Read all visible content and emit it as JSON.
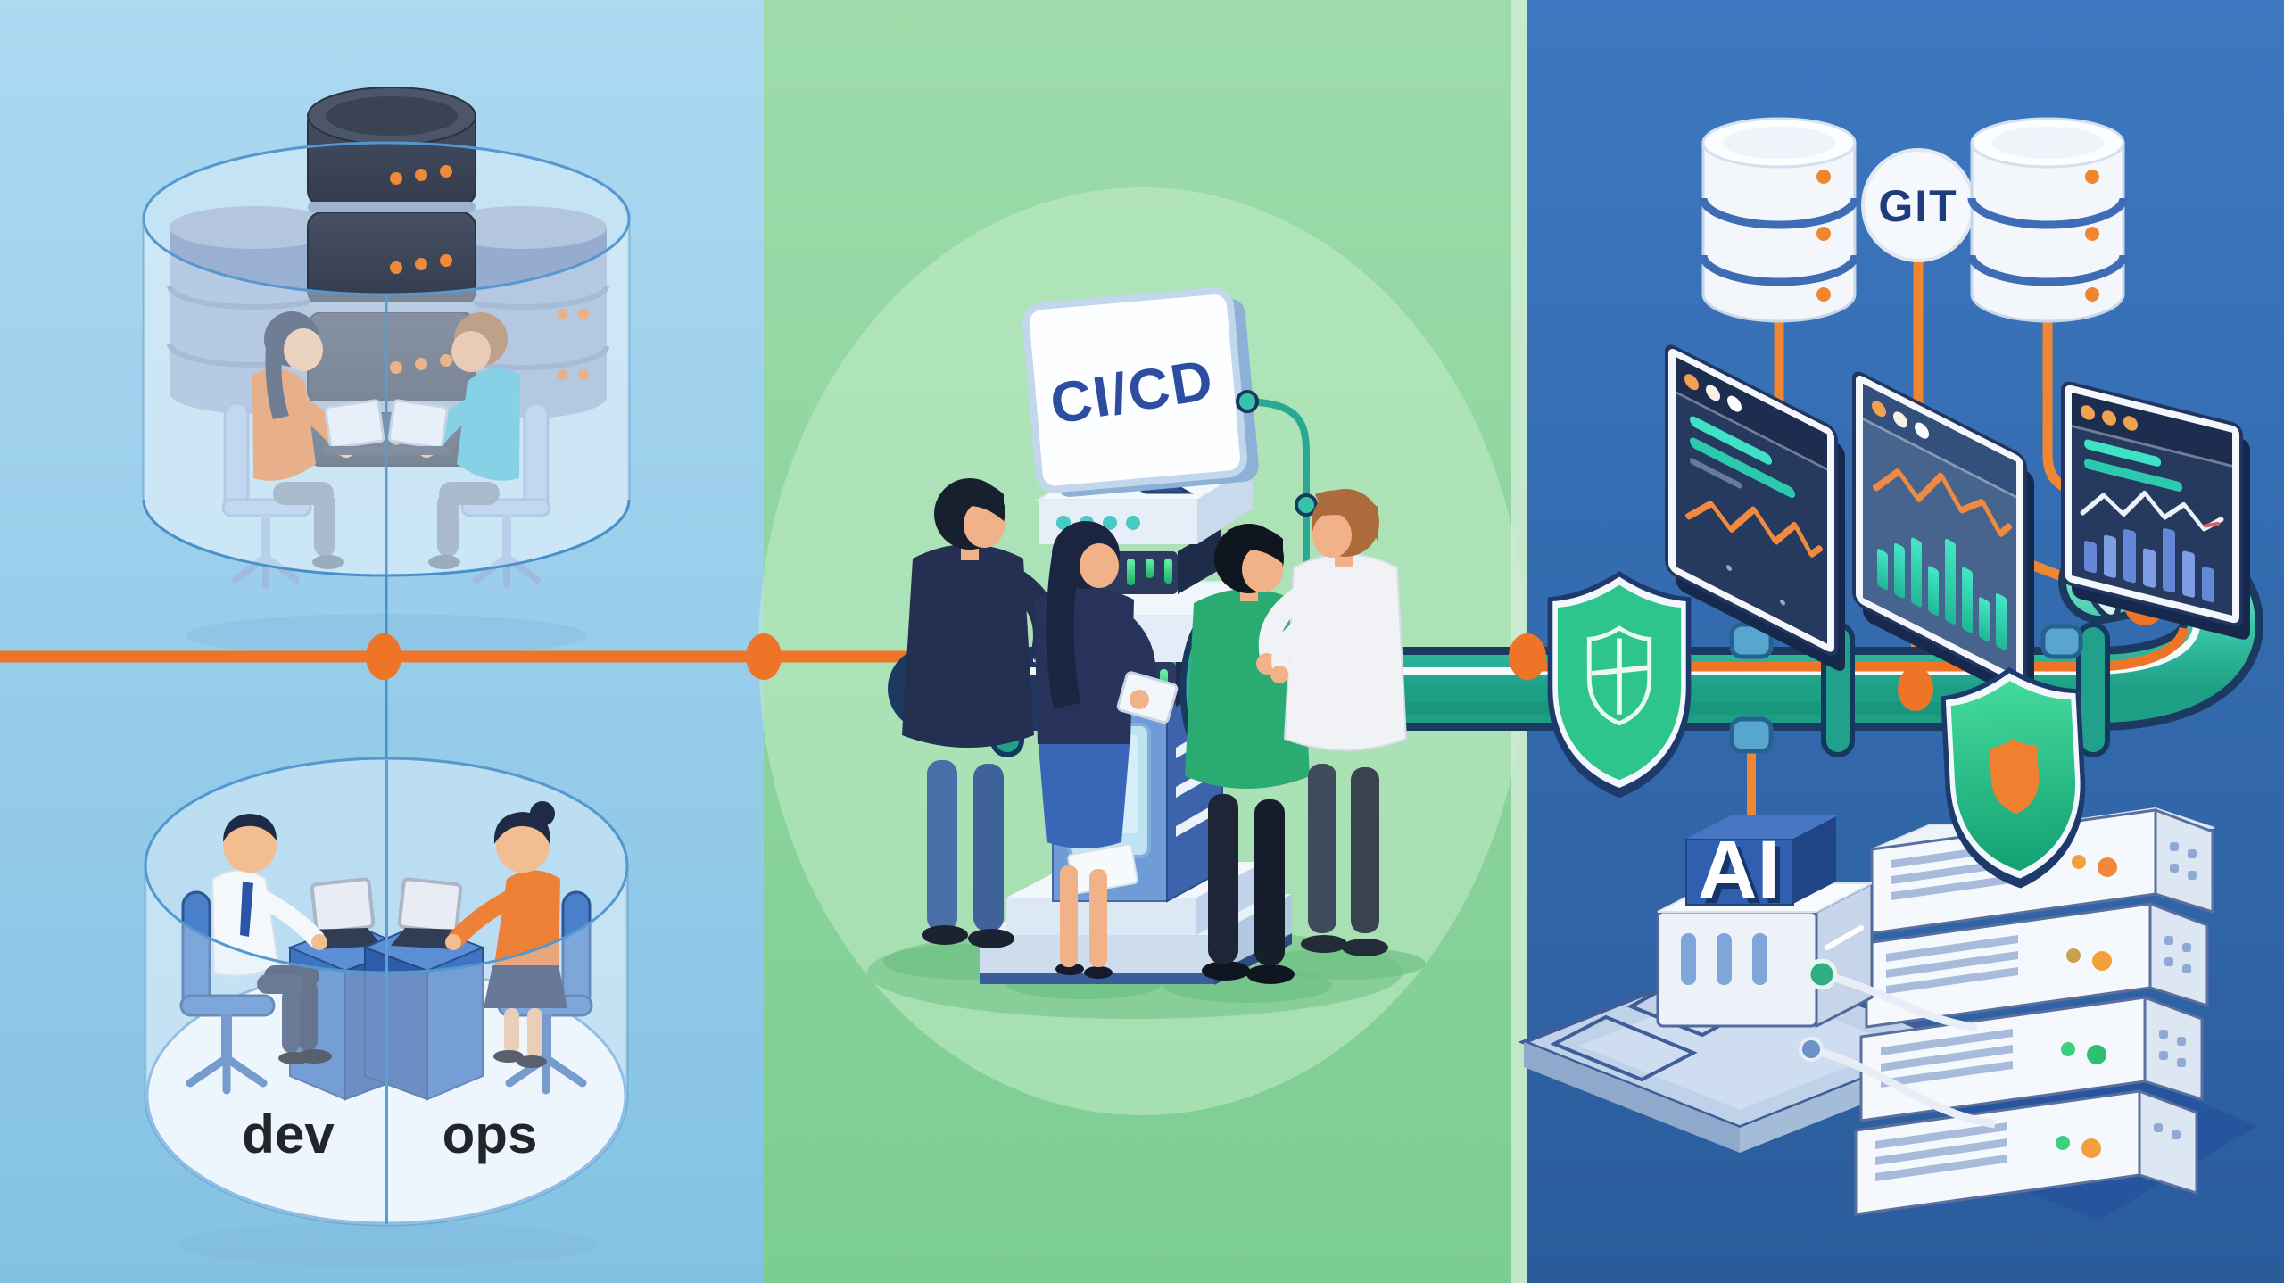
{
  "illustration": {
    "description": "Three-panel isometric DevOps illustration: siloed dev and ops teams on the left, a CI/CD pipeline machine with engineers in the middle, and automated git/monitoring/AI security infrastructure on the right",
    "left_panel": {
      "top_bubble": "team silo around server stack",
      "bottom_bubble": {
        "label_left": "dev",
        "label_right": "ops"
      }
    },
    "middle_panel": {
      "machine_label": "CI/CD"
    },
    "right_panel": {
      "git_badge": "GIT",
      "ai_block": "AI"
    }
  },
  "colors": {
    "panel_left": "#9ccfeb",
    "panel_middle": "#8fd6a0",
    "panel_right": "#3069b1",
    "accent_orange": "#ee7428",
    "pipe_teal": "#38c5a9",
    "shield_green": "#2dc48e",
    "outline_navy": "#1d3a5f",
    "dashboard_screen": "#26395f",
    "teal_accent": "#3fe2c4",
    "label_dark": "#22252a",
    "cicd_text": "#2c4da0",
    "git_text": "#1e3d7d"
  }
}
